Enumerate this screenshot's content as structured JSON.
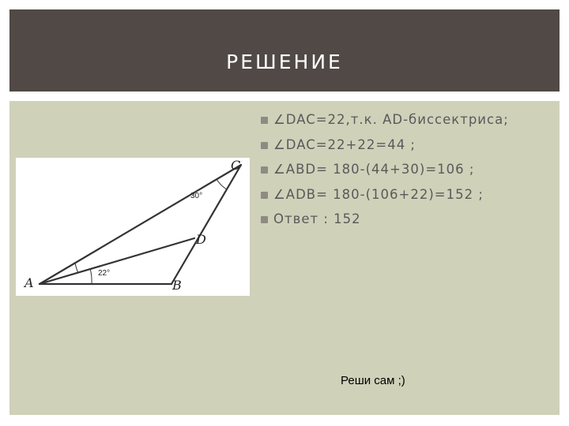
{
  "header": {
    "title": "РЕШЕНИЕ"
  },
  "solution": {
    "steps": [
      "∠DAC=22,т.к. AD-биссектриса;",
      "∠DAC=22+22=44 ;",
      "∠ABD= 180-(44+30)=106 ;",
      " ∠ADB= 180-(106+22)=152 ;",
      "Ответ : 152"
    ]
  },
  "figure": {
    "points": {
      "a": "A",
      "b": "B",
      "c": "C",
      "d": "D"
    },
    "angle_c": "30°",
    "angle_a": "22°"
  },
  "caption": "Реши сам ;)"
}
